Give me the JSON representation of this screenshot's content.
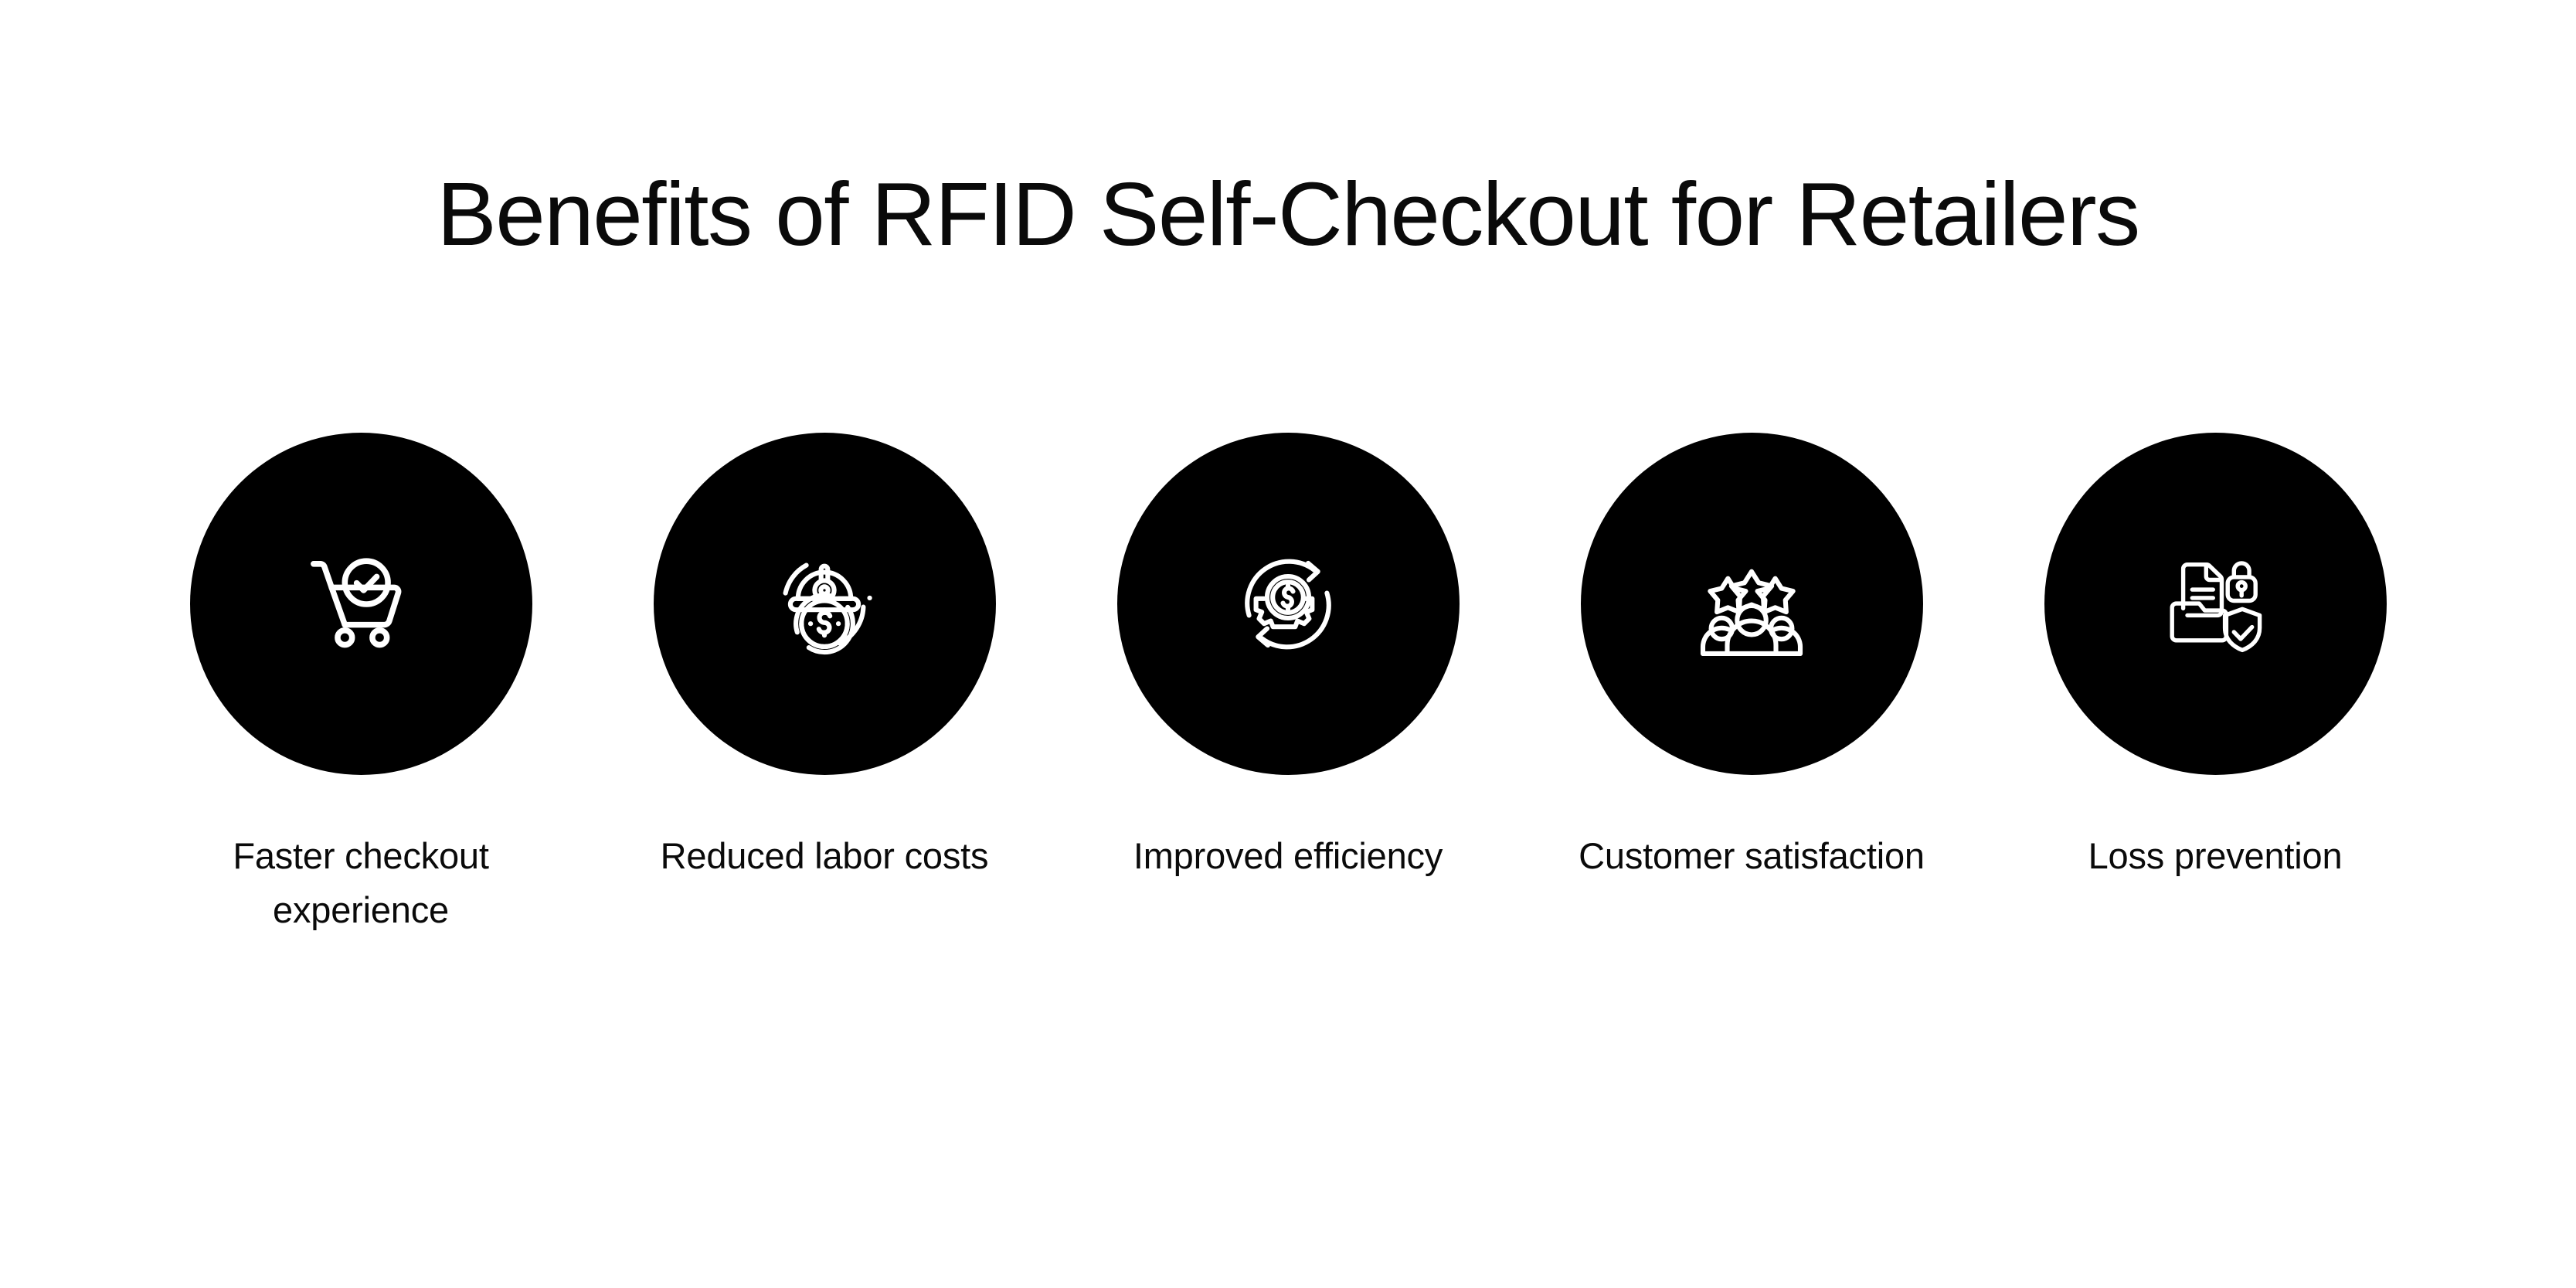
{
  "page": {
    "title": "Benefits of RFID Self-Checkout for Retailers",
    "background_color": "#ffffff",
    "text_color": "#0a0a0a",
    "circle_color": "#000000",
    "icon_color": "#ffffff"
  },
  "benefits": [
    {
      "label": "Faster checkout experience",
      "icon": "shopping-cart-check-icon"
    },
    {
      "label": "Reduced labor costs",
      "icon": "hard-hat-dollar-coin-icon"
    },
    {
      "label": "Improved efficiency",
      "icon": "gear-dollar-cycle-icon"
    },
    {
      "label": "Customer satisfaction",
      "icon": "people-three-stars-icon"
    },
    {
      "label": "Loss prevention",
      "icon": "folder-lock-shield-check-icon"
    }
  ]
}
